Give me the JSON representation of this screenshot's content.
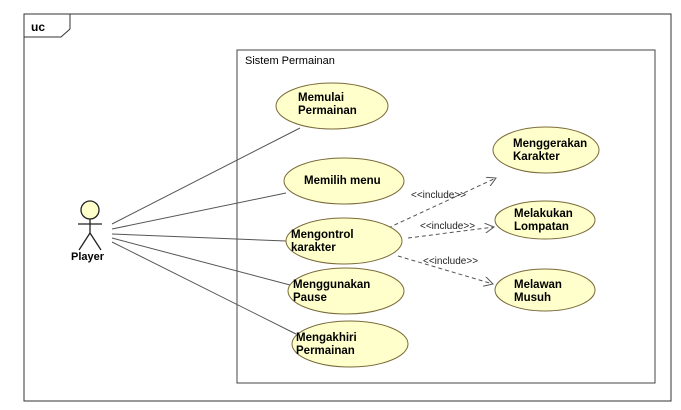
{
  "frame": {
    "tag": "uc"
  },
  "system": {
    "title": "Sistem Permainan"
  },
  "actor": {
    "name": "Player"
  },
  "use_cases": {
    "memulai": {
      "line1": "Memulai",
      "line2": "Permainan"
    },
    "memilih": {
      "line1": "Memilih menu"
    },
    "mengontrol": {
      "line1": "Mengontrol",
      "line2": "karakter"
    },
    "pause": {
      "line1": "Menggunakan",
      "line2": "Pause"
    },
    "mengakhiri": {
      "line1": "Mengakhiri",
      "line2": "Permainan"
    },
    "menggerakan": {
      "line1": "Menggerakan",
      "line2": "Karakter"
    },
    "lompatan": {
      "line1": "Melakukan",
      "line2": "Lompatan"
    },
    "melawan": {
      "line1": "Melawan",
      "line2": "Musuh"
    }
  },
  "relations": {
    "include1": "<<include>>",
    "include2": "<<include>>",
    "include3": "<<include>>"
  },
  "colors": {
    "usecase_fill": "#ffffcc",
    "usecase_stroke": "#7a6a3a",
    "line": "#555555",
    "frame": "#333333"
  }
}
